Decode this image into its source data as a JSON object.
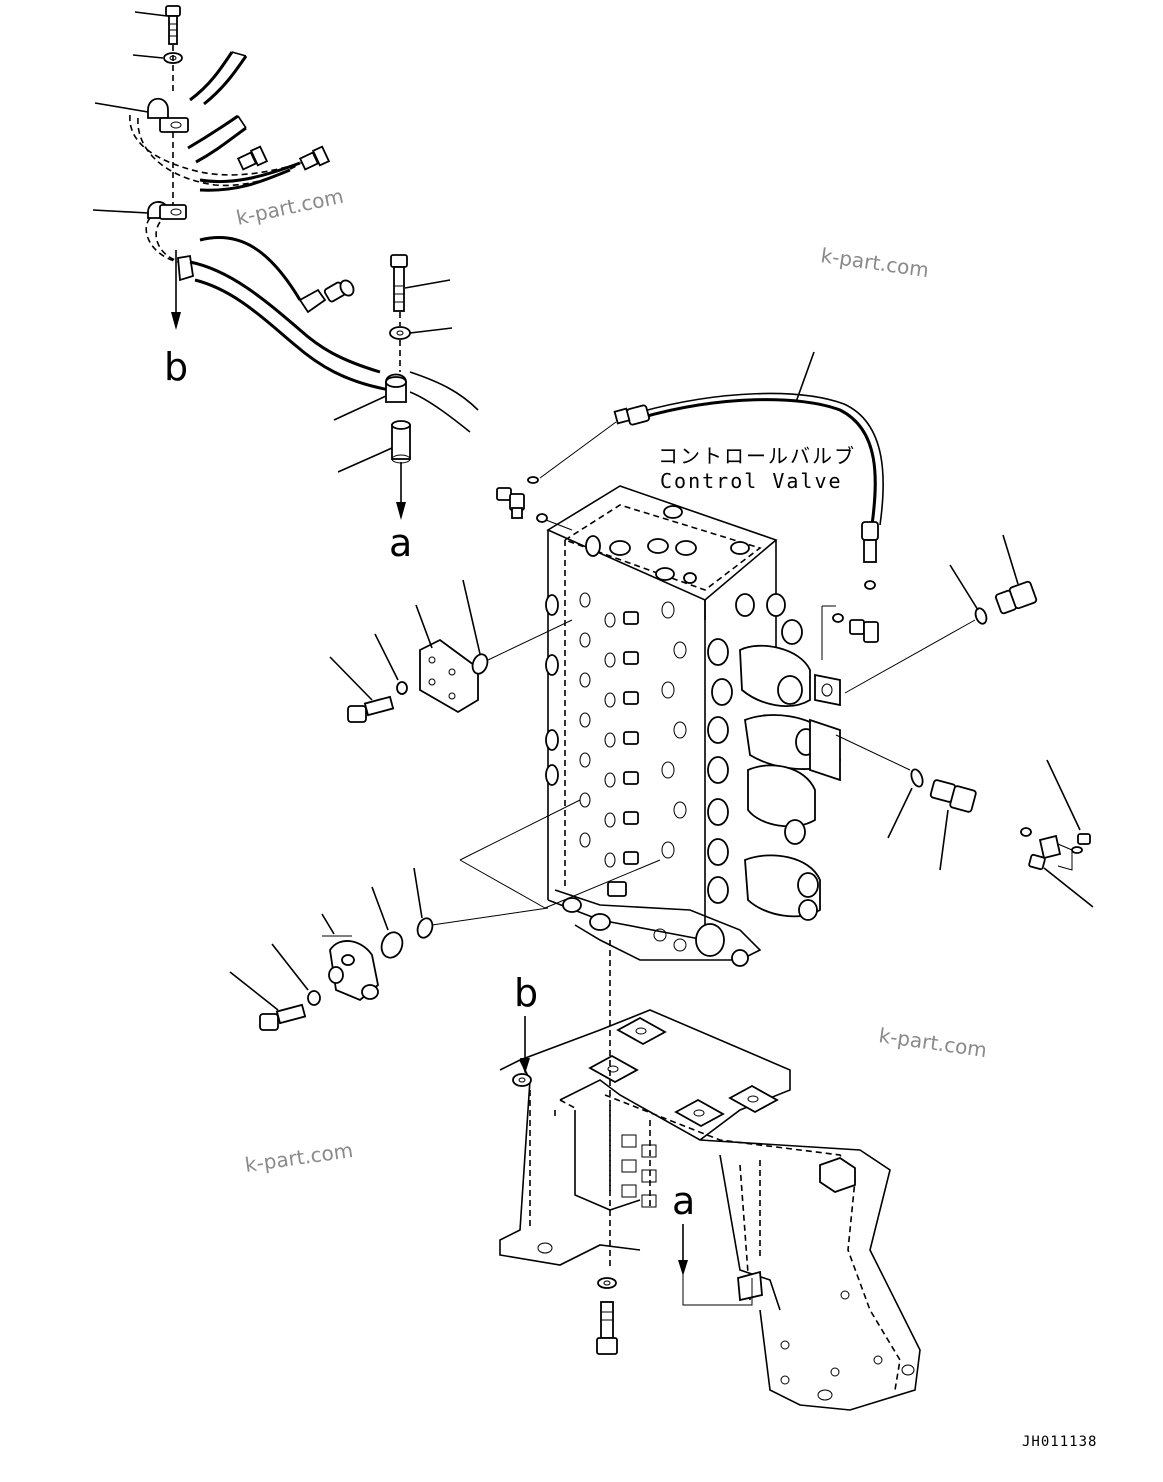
{
  "diagram": {
    "title_jp": "コントロールバルブ",
    "title_en": "Control Valve",
    "drawing_code": "JH011138",
    "watermarks": [
      "k-part.com",
      "k-part.com",
      "k-part.com",
      "k-part.com"
    ],
    "reference_letters": {
      "b_top": "b",
      "a_top": "a",
      "b_frame": "b",
      "a_frame": "a"
    }
  }
}
